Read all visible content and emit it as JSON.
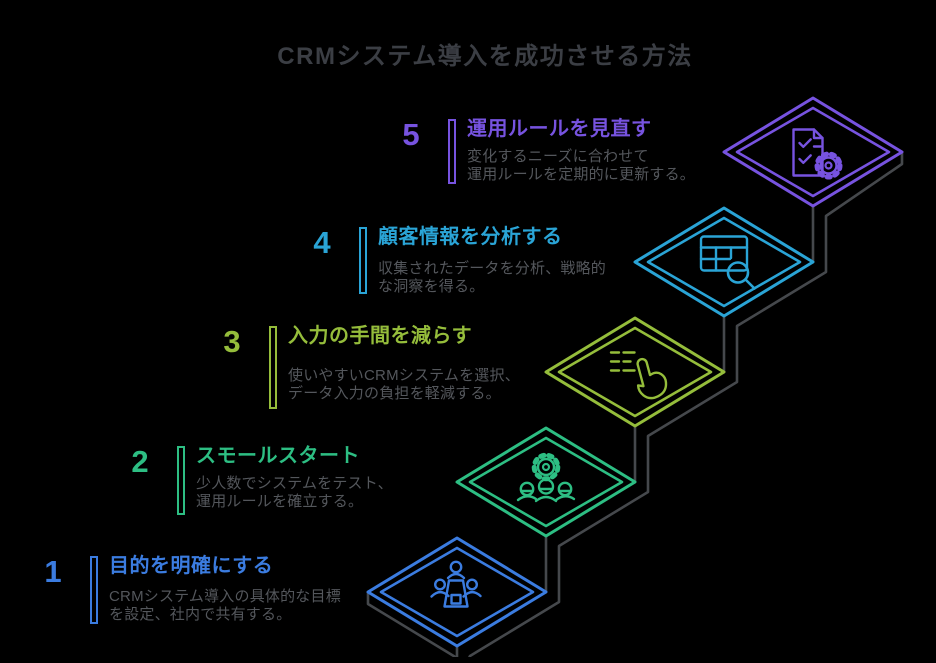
{
  "background": "#000000",
  "structure_color": "#45484c",
  "text": {
    "title": "CRMシステム導入を成功させる方法",
    "title_color": "#3b3e44",
    "description_color": "#54575c"
  },
  "steps": [
    {
      "number": "1",
      "heading": "目的を明確にする",
      "description_lines": [
        "CRMシステム導入の具体的な目標",
        "を設定、社内で共有する。"
      ],
      "accent": "#3b7ce0",
      "icon": "meeting-icon"
    },
    {
      "number": "2",
      "heading": "スモールスタート",
      "description_lines": [
        "少人数でシステムをテスト、",
        "運用ルールを確立する。"
      ],
      "accent": "#2dbe83",
      "icon": "team-gear-icon"
    },
    {
      "number": "3",
      "heading": "入力の手間を減らす",
      "description_lines": [
        "使いやすいCRMシステムを選択、",
        "データ入力の負担を軽減する。"
      ],
      "accent": "#95bd3b",
      "icon": "tap-input-icon"
    },
    {
      "number": "4",
      "heading": "顧客情報を分析する",
      "description_lines": [
        "収集されたデータを分析、戦略的",
        "な洞察を得る。"
      ],
      "accent": "#2aa4d6",
      "icon": "data-search-icon"
    },
    {
      "number": "5",
      "heading": "運用ルールを見直す",
      "description_lines": [
        "変化するニーズに合わせて",
        "運用ルールを定期的に更新する。"
      ],
      "accent": "#7753e0",
      "icon": "checklist-gear-icon"
    }
  ]
}
